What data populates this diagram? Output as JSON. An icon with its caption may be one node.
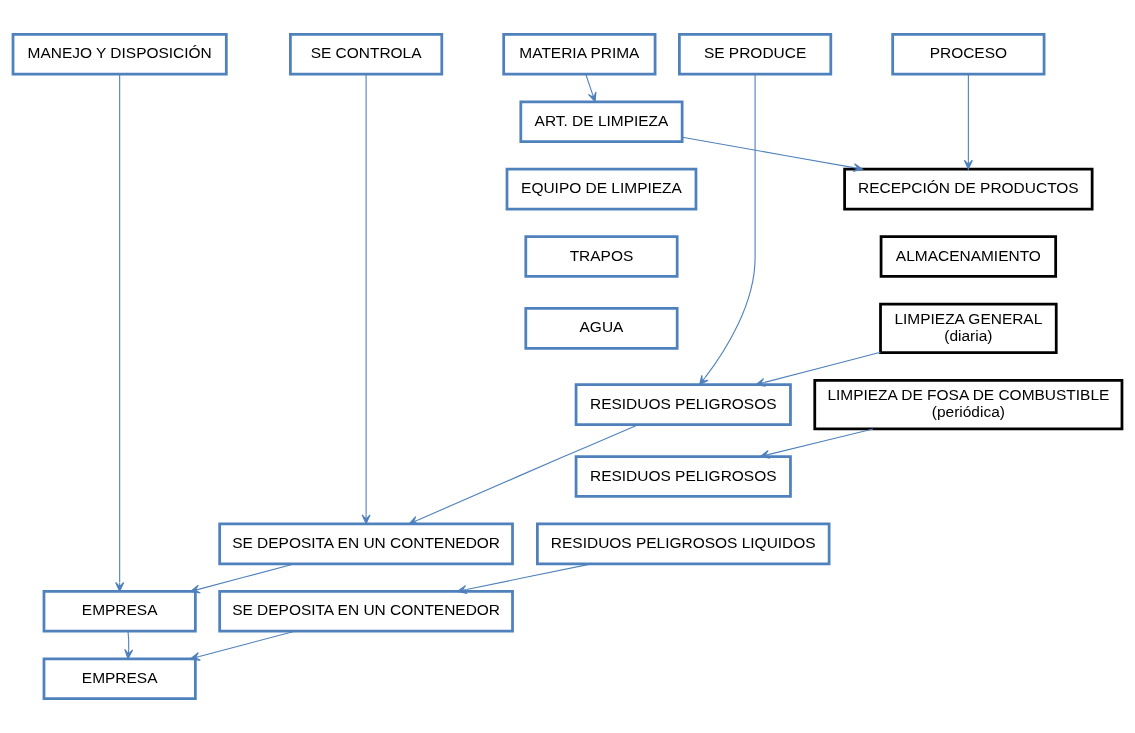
{
  "diagram": {
    "nodes": [
      {
        "text": [
          "MATERIA PRIMA"
        ]
      },
      {
        "text": [
          "PROCESO"
        ]
      },
      {
        "text": [
          "SE PRODUCE"
        ]
      },
      {
        "text": [
          "SE CONTROLA"
        ]
      },
      {
        "text": [
          "MANEJO Y DISPOSICIÓN"
        ]
      },
      {
        "text": [
          "ART. DE LIMPIEZA"
        ]
      },
      {
        "text": [
          "EQUIPO DE LIMPIEZA"
        ]
      },
      {
        "text": [
          "TRAPOS"
        ]
      },
      {
        "text": [
          "AGUA"
        ]
      },
      {
        "text": [
          "RECEPCIÓN DE PRODUCTOS"
        ]
      },
      {
        "text": [
          "ALMACENAMIENTO"
        ]
      },
      {
        "text": [
          "LIMPIEZA GENERAL",
          "(diaria)"
        ]
      },
      {
        "text": [
          "RESIDUOS PELIGROSOS"
        ]
      },
      {
        "text": [
          "SE DEPOSITA EN UN CONTENEDOR"
        ]
      },
      {
        "text": [
          "EMPRESA"
        ]
      },
      {
        "text": [
          "LIMPIEZA DE FOSA DE COMBUSTIBLE",
          "(periódica)"
        ]
      },
      {
        "text": [
          "RESIDUOS PELIGROSOS"
        ]
      },
      {
        "text": [
          "RESIDUOS PELIGROSOS LIQUIDOS"
        ]
      },
      {
        "text": [
          "SE DEPOSITA EN UN CONTENEDOR"
        ]
      },
      {
        "text": [
          "EMPRESA"
        ]
      }
    ],
    "edges": [
      {
        "from": 0,
        "to": 5,
        "arrow": "to"
      },
      {
        "from": 1,
        "to": 9,
        "arrow": "to"
      },
      {
        "from": 2,
        "to": 12,
        "arrow": "to"
      },
      {
        "from": 3,
        "to": 13,
        "arrow": "to"
      },
      {
        "from": 4,
        "to": 14,
        "arrow": "to"
      },
      {
        "from": 5,
        "to": 9,
        "arrow": "to"
      },
      {
        "from": 11,
        "to": 12,
        "arrow": "to"
      },
      {
        "from": 12,
        "to": 13,
        "arrow": "to"
      },
      {
        "from": 13,
        "to": 14,
        "arrow": "to"
      },
      {
        "from": 15,
        "to": 16,
        "arrow": "to"
      },
      {
        "from": 17,
        "to": 18,
        "arrow": "to"
      },
      {
        "from": 18,
        "to": 19,
        "arrow": "to"
      },
      {
        "from": 14,
        "to": 19,
        "arrow": "to"
      }
    ]
  }
}
